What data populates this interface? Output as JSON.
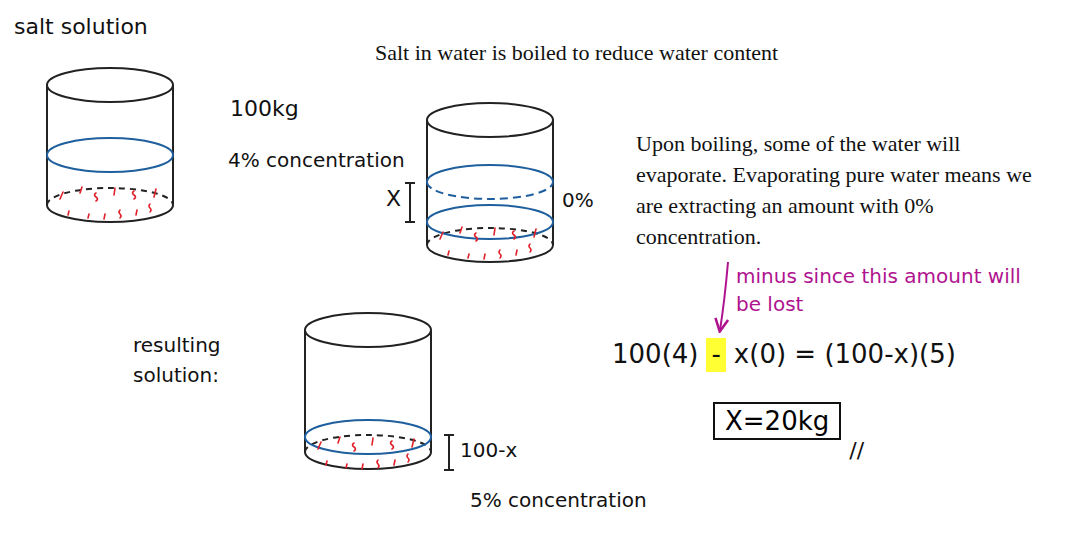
{
  "diagram": {
    "nodes": [
      {
        "text": [
          "X=20kg"
        ]
      }
    ],
    "labels": [
      "salt solution",
      "Salt in water is boiled to reduce water content",
      "100kg",
      "4% concentration",
      "X",
      "0%",
      "Upon boiling, some of the water will evaporate. Evaporating pure water means we are extracting an amount with 0% concentration.",
      "minus since this amount will be lost",
      "100(4)",
      "-",
      "x(0) = (100-x)(5)",
      "//",
      "resulting solution:",
      "100-x",
      "5% concentration"
    ]
  }
}
